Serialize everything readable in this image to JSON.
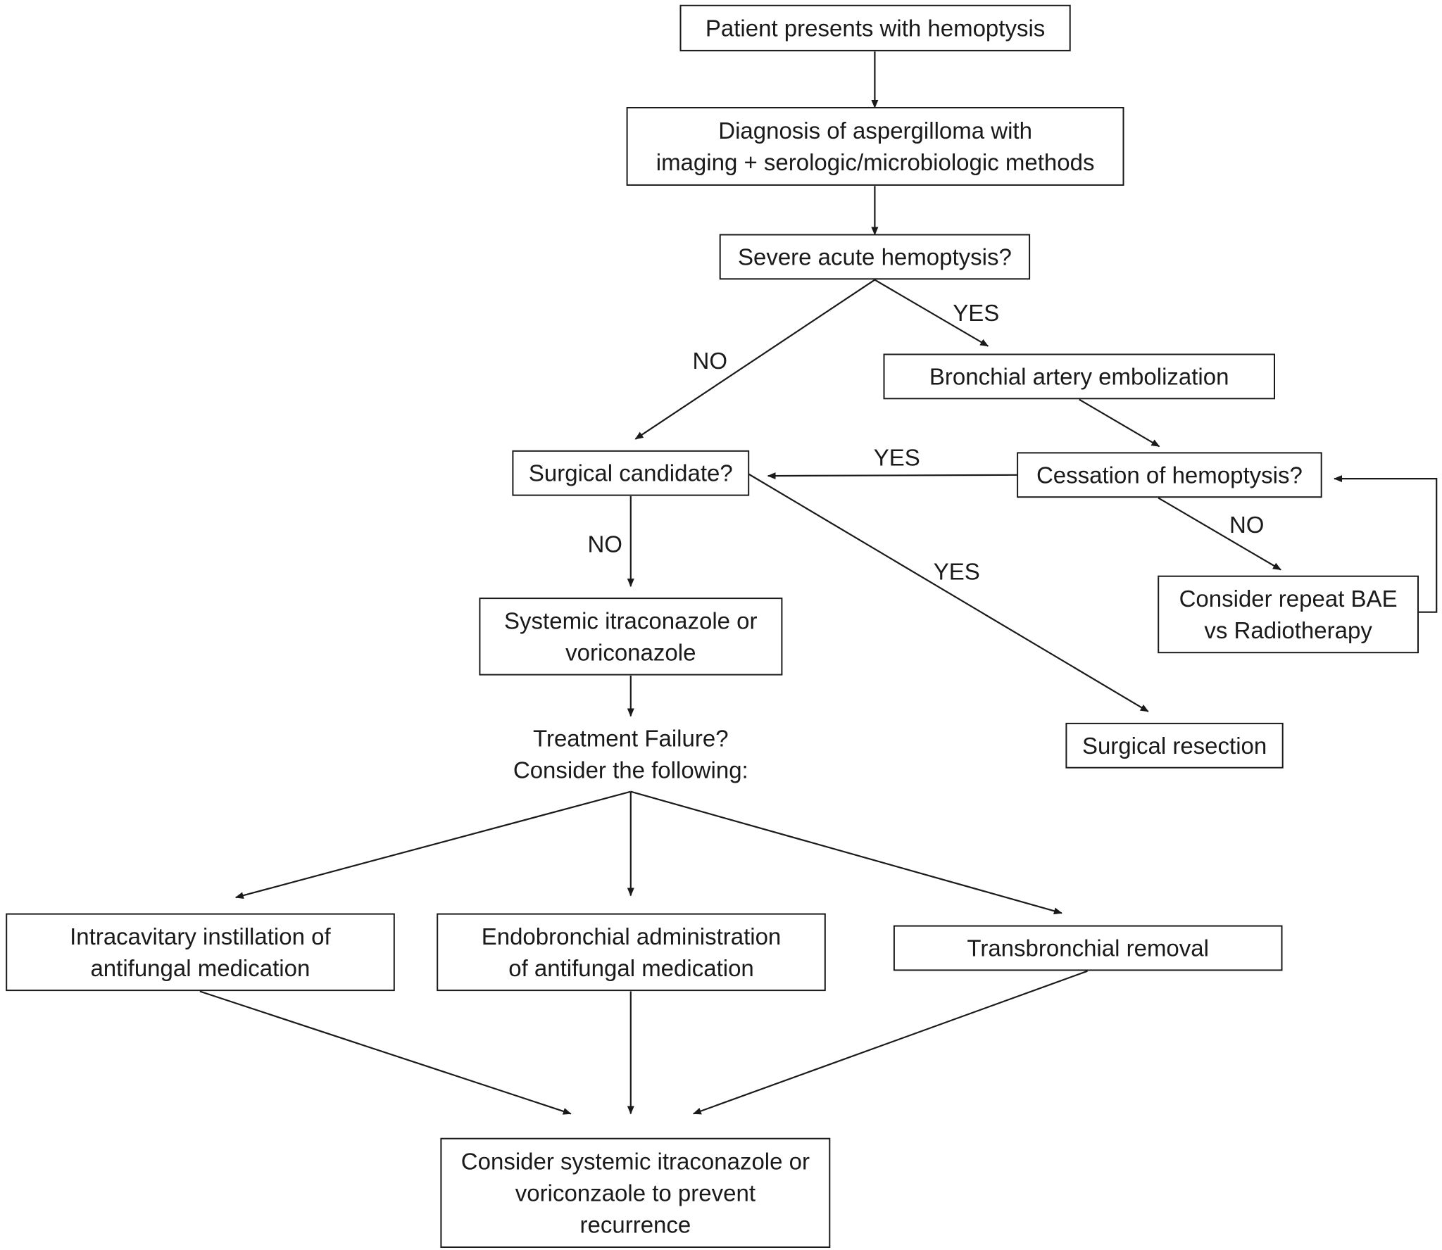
{
  "nodes": {
    "presents": {
      "lines": [
        "Patient presents with hemoptysis"
      ]
    },
    "diagnosis": {
      "lines": [
        "Diagnosis of aspergilloma with",
        "imaging + serologic/microbiologic methods"
      ]
    },
    "severe": {
      "lines": [
        "Severe acute hemoptysis?"
      ]
    },
    "bae": {
      "lines": [
        "Bronchial artery embolization"
      ]
    },
    "surgical_candidate": {
      "lines": [
        "Surgical candidate?"
      ]
    },
    "cessation": {
      "lines": [
        "Cessation of hemoptysis?"
      ]
    },
    "repeat": {
      "lines": [
        "Consider repeat BAE",
        "vs Radiotherapy"
      ]
    },
    "systemic": {
      "lines": [
        "Systemic itraconazole or",
        "voriconazole"
      ]
    },
    "failure": {
      "lines": [
        "Treatment Failure?",
        "Consider the following:"
      ]
    },
    "resection": {
      "lines": [
        "Surgical resection"
      ]
    },
    "intracavitary": {
      "lines": [
        "Intracavitary instillation of",
        "antifungal medication"
      ]
    },
    "endobronchial": {
      "lines": [
        "Endobronchial  administration",
        "of antifungal medication"
      ]
    },
    "transbronchial": {
      "lines": [
        "Transbronchial  removal"
      ]
    },
    "prevent": {
      "lines": [
        "Consider systemic itraconazole or",
        "voriconzaole to prevent",
        "recurrence"
      ]
    }
  },
  "edges": [
    {
      "id": "presents-to-diagnosis",
      "from": "presents",
      "to": "diagnosis",
      "label": ""
    },
    {
      "id": "diagnosis-to-severe",
      "from": "diagnosis",
      "to": "severe",
      "label": ""
    },
    {
      "id": "severe-to-surgical",
      "from": "severe",
      "to": "surgical_candidate",
      "label": "NO"
    },
    {
      "id": "severe-to-bae",
      "from": "severe",
      "to": "bae",
      "label": "YES"
    },
    {
      "id": "bae-to-cessation",
      "from": "bae",
      "to": "cessation",
      "label": ""
    },
    {
      "id": "cessation-to-surgical",
      "from": "cessation",
      "to": "surgical_candidate",
      "label": "YES"
    },
    {
      "id": "cessation-to-repeat",
      "from": "cessation",
      "to": "repeat",
      "label": "NO"
    },
    {
      "id": "repeat-to-cessation",
      "from": "repeat",
      "to": "cessation",
      "label": ""
    },
    {
      "id": "surgical-to-systemic",
      "from": "surgical_candidate",
      "to": "systemic",
      "label": "NO"
    },
    {
      "id": "surgical-to-resection",
      "from": "surgical_candidate",
      "to": "resection",
      "label": "YES"
    },
    {
      "id": "systemic-to-failure",
      "from": "systemic",
      "to": "failure",
      "label": ""
    },
    {
      "id": "failure-to-intracavitary",
      "from": "failure",
      "to": "intracavitary",
      "label": ""
    },
    {
      "id": "failure-to-endobronchial",
      "from": "failure",
      "to": "endobronchial",
      "label": ""
    },
    {
      "id": "failure-to-transbronchial",
      "from": "failure",
      "to": "transbronchial",
      "label": ""
    },
    {
      "id": "intracavitary-to-prevent",
      "from": "intracavitary",
      "to": "prevent",
      "label": ""
    },
    {
      "id": "endobronchial-to-prevent",
      "from": "endobronchial",
      "to": "prevent",
      "label": ""
    },
    {
      "id": "transbronchial-to-prevent",
      "from": "transbronchial",
      "to": "prevent",
      "label": ""
    }
  ]
}
